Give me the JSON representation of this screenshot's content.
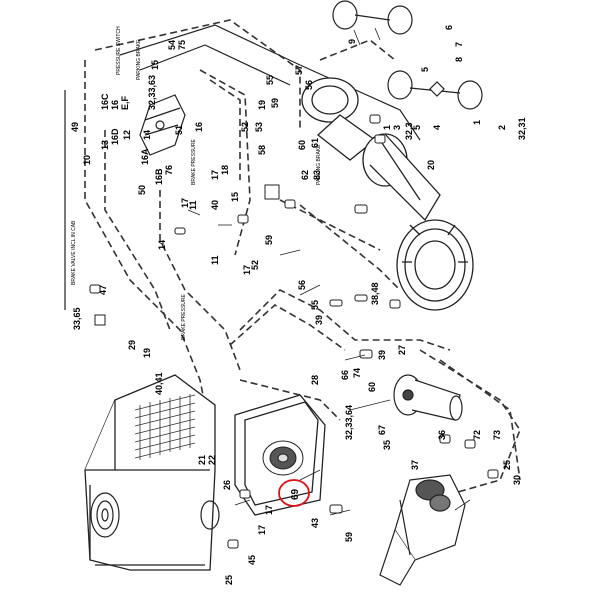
{
  "diagram": {
    "callouts": [
      "9",
      "6",
      "7",
      "8",
      "5",
      "3",
      "5",
      "4",
      "1",
      "32,3",
      "2",
      "32,31",
      "1",
      "75",
      "54",
      "15",
      "32,33,63",
      "16C",
      "16",
      "16D",
      "E,F",
      "13",
      "49",
      "12",
      "14",
      "16A",
      "50",
      "16B",
      "76",
      "51",
      "55",
      "57",
      "56",
      "19",
      "59",
      "53",
      "52",
      "58",
      "60",
      "61",
      "62",
      "83",
      "20",
      "17",
      "18",
      "15",
      "40",
      "11",
      "14",
      "17",
      "11",
      "52",
      "17",
      "59",
      "56",
      "55",
      "39",
      "38,48",
      "47",
      "33,65",
      "29",
      "19",
      "39",
      "66",
      "74",
      "27",
      "60",
      "28",
      "40,41",
      "69",
      "17",
      "43",
      "59",
      "32,33,64",
      "21",
      "22",
      "26",
      "67",
      "35",
      "36",
      "72",
      "73",
      "25",
      "30",
      "45",
      "25",
      "37",
      "17",
      "16",
      "10"
    ],
    "notes": [
      "PRESSURE SWITCH",
      "BRAKE PRESSURE",
      "PARKING BRAKE",
      "BRAKE VALVE INCL IN CAB",
      "BRAKE PRESSURE",
      "PARKING BRAKE"
    ],
    "highlight": {
      "label": "69",
      "color": "#e01010"
    },
    "line_color": "#1a1a1a",
    "dash_color": "#333333"
  }
}
